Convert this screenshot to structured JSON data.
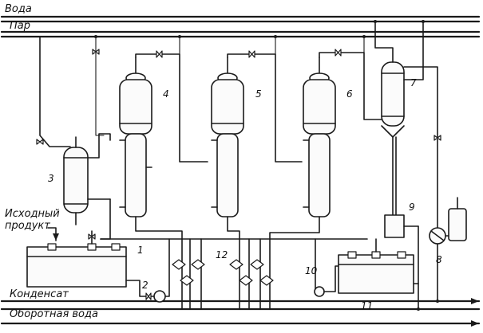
{
  "lines": {
    "water": "Вода",
    "steam": "Пар",
    "feed_line1": "Исходный",
    "feed_line2": "продукт",
    "condensate": "Конденсат",
    "cooling_water": "Оборотная вода"
  },
  "equipment": {
    "heater": "3",
    "evaporator_1": "4",
    "evaporator_2": "5",
    "evaporator_3": "6",
    "condenser": "7",
    "vacuum_pump": "8",
    "barometric_tank": "9",
    "pump_10": "10",
    "tank_11": "11",
    "valves_12": "12",
    "feed_tank": "1",
    "pump_2": "2"
  }
}
